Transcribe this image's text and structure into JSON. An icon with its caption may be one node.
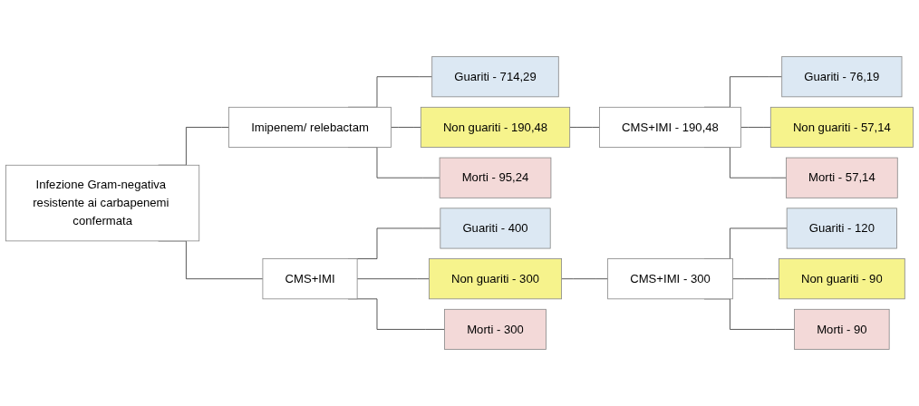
{
  "diagram": {
    "nodes": [
      {
        "text": [
          "Infezione Gram-negativa resistente ai carbapenemi confermata"
        ]
      },
      {
        "text": [
          "Imipenem/ relebactam"
        ]
      },
      {
        "text": [
          "Guariti - 714,29"
        ]
      },
      {
        "text": [
          "Non guariti - 190,48"
        ]
      },
      {
        "text": [
          "Morti - 95,24"
        ]
      },
      {
        "text": [
          "CMS+IMI - 190,48"
        ]
      },
      {
        "text": [
          "Guariti - 76,19"
        ]
      },
      {
        "text": [
          "Non guariti - 57,14"
        ]
      },
      {
        "text": [
          "Morti - 57,14"
        ]
      },
      {
        "text": [
          "CMS+IMI"
        ]
      },
      {
        "text": [
          "Guariti - 400"
        ]
      },
      {
        "text": [
          "Non guariti - 300"
        ]
      },
      {
        "text": [
          "Morti - 300"
        ]
      },
      {
        "text": [
          "CMS+IMI - 300"
        ]
      },
      {
        "text": [
          "Guariti - 120"
        ]
      },
      {
        "text": [
          "Non guariti - 90"
        ]
      },
      {
        "text": [
          "Morti - 90"
        ]
      }
    ],
    "edges": [
      {
        "from": 0,
        "to": 1,
        "arrow": "none"
      },
      {
        "from": 0,
        "to": 9,
        "arrow": "none"
      },
      {
        "from": 1,
        "to": 2,
        "arrow": "none"
      },
      {
        "from": 1,
        "to": 3,
        "arrow": "none"
      },
      {
        "from": 1,
        "to": 4,
        "arrow": "none"
      },
      {
        "from": 3,
        "to": 5,
        "arrow": "none"
      },
      {
        "from": 5,
        "to": 6,
        "arrow": "none"
      },
      {
        "from": 5,
        "to": 7,
        "arrow": "none"
      },
      {
        "from": 5,
        "to": 8,
        "arrow": "none"
      },
      {
        "from": 9,
        "to": 10,
        "arrow": "none"
      },
      {
        "from": 9,
        "to": 11,
        "arrow": "none"
      },
      {
        "from": 9,
        "to": 12,
        "arrow": "none"
      },
      {
        "from": 11,
        "to": 13,
        "arrow": "none"
      },
      {
        "from": 13,
        "to": 14,
        "arrow": "none"
      },
      {
        "from": 13,
        "to": 15,
        "arrow": "none"
      },
      {
        "from": 13,
        "to": 16,
        "arrow": "none"
      }
    ]
  }
}
